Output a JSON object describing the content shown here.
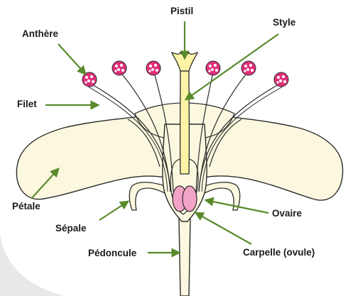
{
  "diagram": {
    "labels": {
      "pistil": "Pistil",
      "style": "Style",
      "anthere": "Anthère",
      "filet": "Filet",
      "petale": "Pétale",
      "sepale": "Sépale",
      "pedoncule": "Pédoncule",
      "ovaire": "Ovaire",
      "carpelle": "Carpelle (ovule)"
    },
    "colors": {
      "petal_fill": "#fbf8df",
      "outline": "#2b2b2b",
      "pistil_fill": "#fdf3a6",
      "anther_fill": "#e0307a",
      "ovule_fill": "#f2a3c6",
      "arrow": "#5a8a2c",
      "corner_bg": "#e8e8e8"
    }
  }
}
